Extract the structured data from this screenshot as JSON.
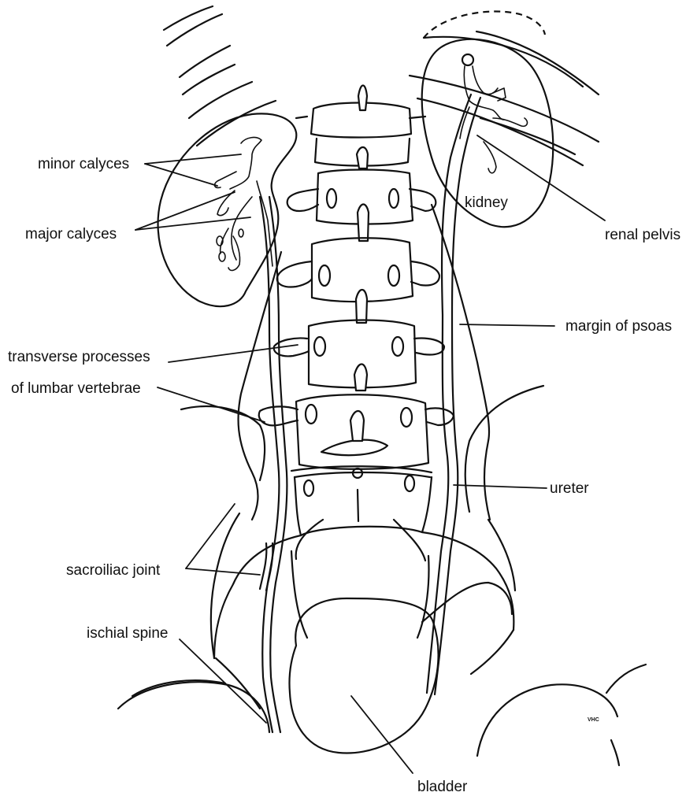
{
  "labels": {
    "minor_calyces": "minor calyces",
    "major_calyces": "major calyces",
    "transverse_processes": "transverse processes",
    "of_lumbar_vertebrae": "of lumbar vertebrae",
    "sacroiliac_joint": "sacroiliac joint",
    "ischial_spine": "ischial spine",
    "kidney": "kidney",
    "renal_pelvis": "renal pelvis",
    "margin_of_psoas": "margin of psoas",
    "ureter": "ureter",
    "bladder": "bladder"
  },
  "signature": "VHC",
  "colors": {
    "ink": "#111111",
    "background": "#ffffff"
  }
}
